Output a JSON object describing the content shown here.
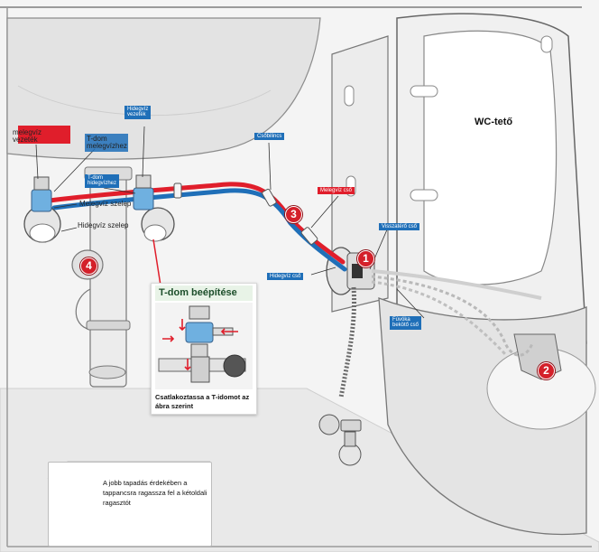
{
  "labels": {
    "hot_pipe": "melegvíz\nvezeték",
    "cold_pipe": "Hidegvíz\nvezeték",
    "t_hot": "T-dom\nmelegvízhez",
    "t_cold": "T-dom\nhidegvízhez",
    "hot_valve": "Melegvíz szelep",
    "cold_valve": "Hidegvíz szelep",
    "braided_hose": "Csőbilincs",
    "hot_hose": "Melegvíz cső",
    "cold_hose": "Hidegvíz cső",
    "drain_hose": "Visszatérő cső",
    "nozzle_connector": "Fúvóka\nbekötő cső",
    "wc_lid": "WC-tető"
  },
  "markers": [
    "1",
    "2",
    "3",
    "4"
  ],
  "inset": {
    "title": "T-dom beépítése",
    "caption": "Csatlakoztassa a T-idomot az ábra szerint"
  },
  "note": {
    "text": "A jobb tapadás érdekében a tappancsra ragassza fel a kétoldali ragasztót"
  },
  "colors": {
    "hot": "#e01e2b",
    "cold": "#1f6fb8",
    "outline": "#555555",
    "ceramic": "#e6e6e6",
    "marker": "#d4202a"
  }
}
